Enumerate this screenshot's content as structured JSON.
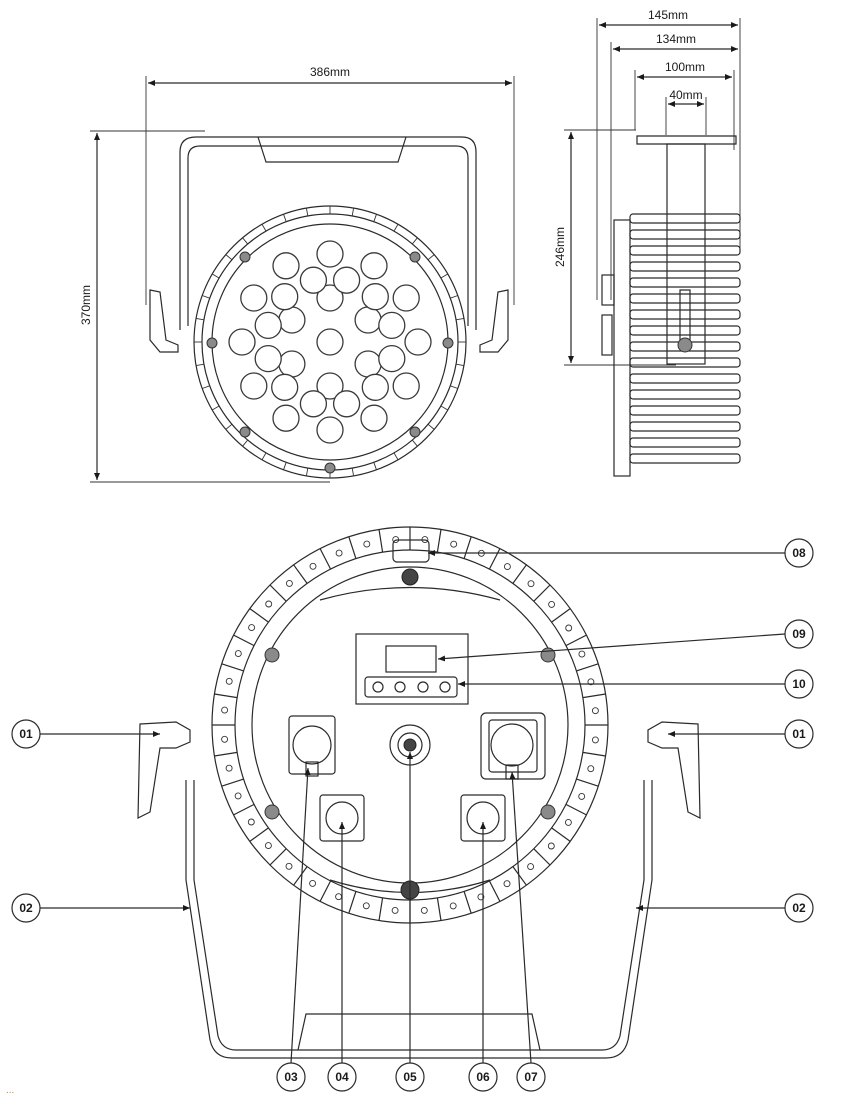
{
  "dimensions": {
    "front_width": "386mm",
    "front_height": "370mm",
    "side_depth_145": "145mm",
    "side_depth_134": "134mm",
    "bracket_100": "100mm",
    "bracket_40": "40mm",
    "side_height": "246mm"
  },
  "callouts": {
    "left_clamp": "01",
    "right_clamp": "01",
    "left_bracket": "02",
    "right_bracket": "02",
    "c03": "03",
    "c04": "04",
    "c05": "05",
    "c06": "06",
    "c07": "07",
    "c08": "08",
    "c09": "09",
    "c10": "10"
  },
  "footnote": "...",
  "colors": {
    "line": "#2a2a2a",
    "footnote": "#d9822b"
  }
}
